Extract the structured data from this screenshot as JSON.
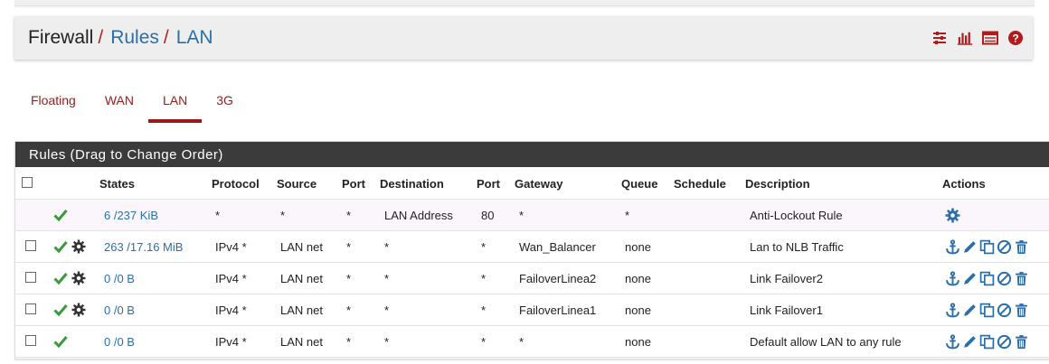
{
  "breadcrumb": {
    "first": "Firewall",
    "sep": "/",
    "second": "Rules",
    "third": "LAN"
  },
  "header_icons": [
    "sliders-icon",
    "bar-chart-icon",
    "table-icon",
    "help-icon"
  ],
  "tabs": [
    {
      "label": "Floating",
      "active": false
    },
    {
      "label": "WAN",
      "active": false
    },
    {
      "label": "LAN",
      "active": true
    },
    {
      "label": "3G",
      "active": false
    }
  ],
  "panel": {
    "title": "Rules (Drag to Change Order)"
  },
  "columns": {
    "states": "States",
    "protocol": "Protocol",
    "source": "Source",
    "port": "Port",
    "destination": "Destination",
    "port2": "Port",
    "gateway": "Gateway",
    "queue": "Queue",
    "schedule": "Schedule",
    "description": "Description",
    "actions": "Actions"
  },
  "rows": [
    {
      "states": "6 /237 KiB",
      "protocol": "*",
      "source": "*",
      "port": "*",
      "destination": "LAN Address",
      "port2": "80",
      "gateway": "*",
      "queue": "*",
      "schedule": "",
      "description": "Anti-Lockout Rule"
    },
    {
      "states": "263 /17.16 MiB",
      "protocol": "IPv4 *",
      "source": "LAN net",
      "port": "*",
      "destination": "*",
      "port2": "*",
      "gateway": "Wan_Balancer",
      "queue": "none",
      "schedule": "",
      "description": "Lan to NLB Traffic"
    },
    {
      "states": "0 /0 B",
      "protocol": "IPv4 *",
      "source": "LAN net",
      "port": "*",
      "destination": "*",
      "port2": "*",
      "gateway": "FailoverLinea2",
      "queue": "none",
      "schedule": "",
      "description": "Link Failover2"
    },
    {
      "states": "0 /0 B",
      "protocol": "IPv4 *",
      "source": "LAN net",
      "port": "*",
      "destination": "*",
      "port2": "*",
      "gateway": "FailoverLinea1",
      "queue": "none",
      "schedule": "",
      "description": "Link Failover1"
    },
    {
      "states": "0 /0 B",
      "protocol": "IPv4 *",
      "source": "LAN net",
      "port": "*",
      "destination": "*",
      "port2": "*",
      "gateway": "*",
      "queue": "none",
      "schedule": "",
      "description": "Default allow LAN to any rule"
    }
  ],
  "colors": {
    "accent": "#9a1a1a",
    "link": "#2c6fa8",
    "pass": "#3a9a3a",
    "panel_head": "#3b3b3b"
  }
}
